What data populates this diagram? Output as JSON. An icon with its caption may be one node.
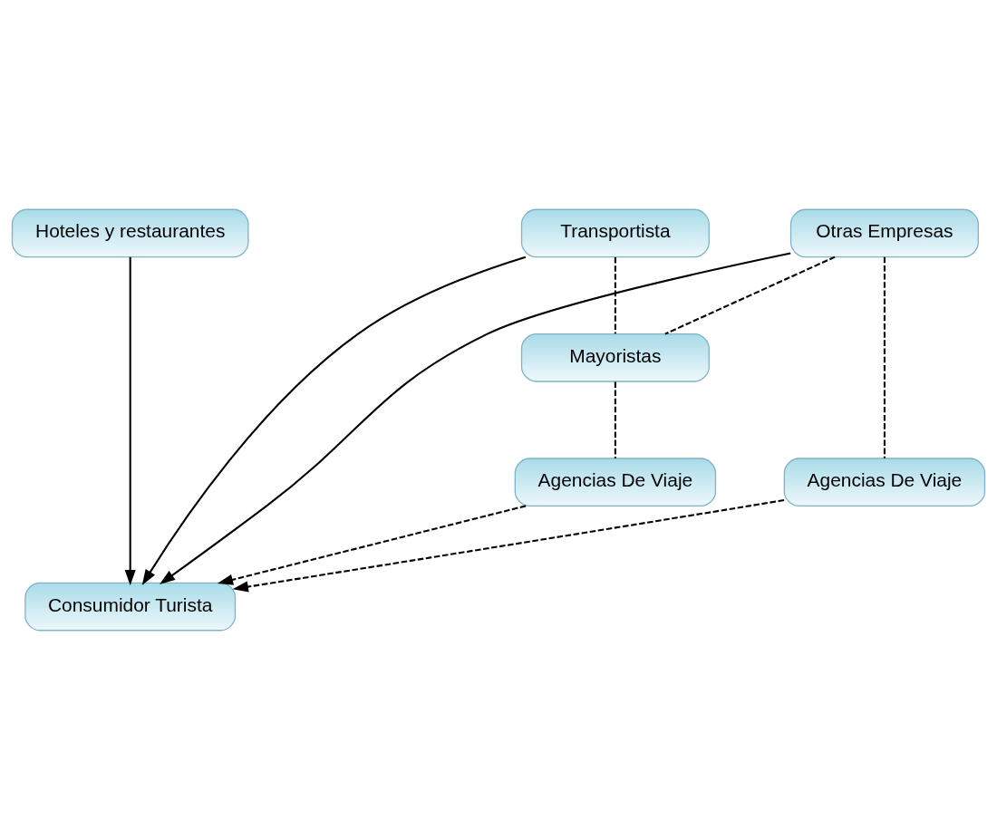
{
  "diagram": {
    "nodes": [
      {
        "text": [
          "Transportista"
        ]
      },
      {
        "text": [
          "Hoteles y restaurantes"
        ]
      },
      {
        "text": [
          "Otras Empresas"
        ]
      },
      {
        "text": [
          "Mayoristas"
        ]
      },
      {
        "text": [
          "Agencias De Viaje"
        ]
      },
      {
        "text": [
          "Agencias De Viaje"
        ]
      },
      {
        "text": [
          "Consumidor Turista"
        ]
      }
    ],
    "edges": [
      {
        "from": 0,
        "to": 6,
        "arrow": "to"
      },
      {
        "from": 1,
        "to": 6,
        "arrow": "to"
      },
      {
        "from": 2,
        "to": 6,
        "arrow": "to"
      },
      {
        "from": 0,
        "to": 3,
        "arrow": "none",
        "style": "dashed"
      },
      {
        "from": 2,
        "to": 3,
        "arrow": "none",
        "style": "dashed"
      },
      {
        "from": 2,
        "to": 5,
        "arrow": "none",
        "style": "dashed"
      },
      {
        "from": 3,
        "to": 4,
        "arrow": "none",
        "style": "dashed"
      },
      {
        "from": 4,
        "to": 6,
        "arrow": "to",
        "style": "dashed"
      },
      {
        "from": 5,
        "to": 6,
        "arrow": "to",
        "style": "dashed"
      }
    ]
  }
}
